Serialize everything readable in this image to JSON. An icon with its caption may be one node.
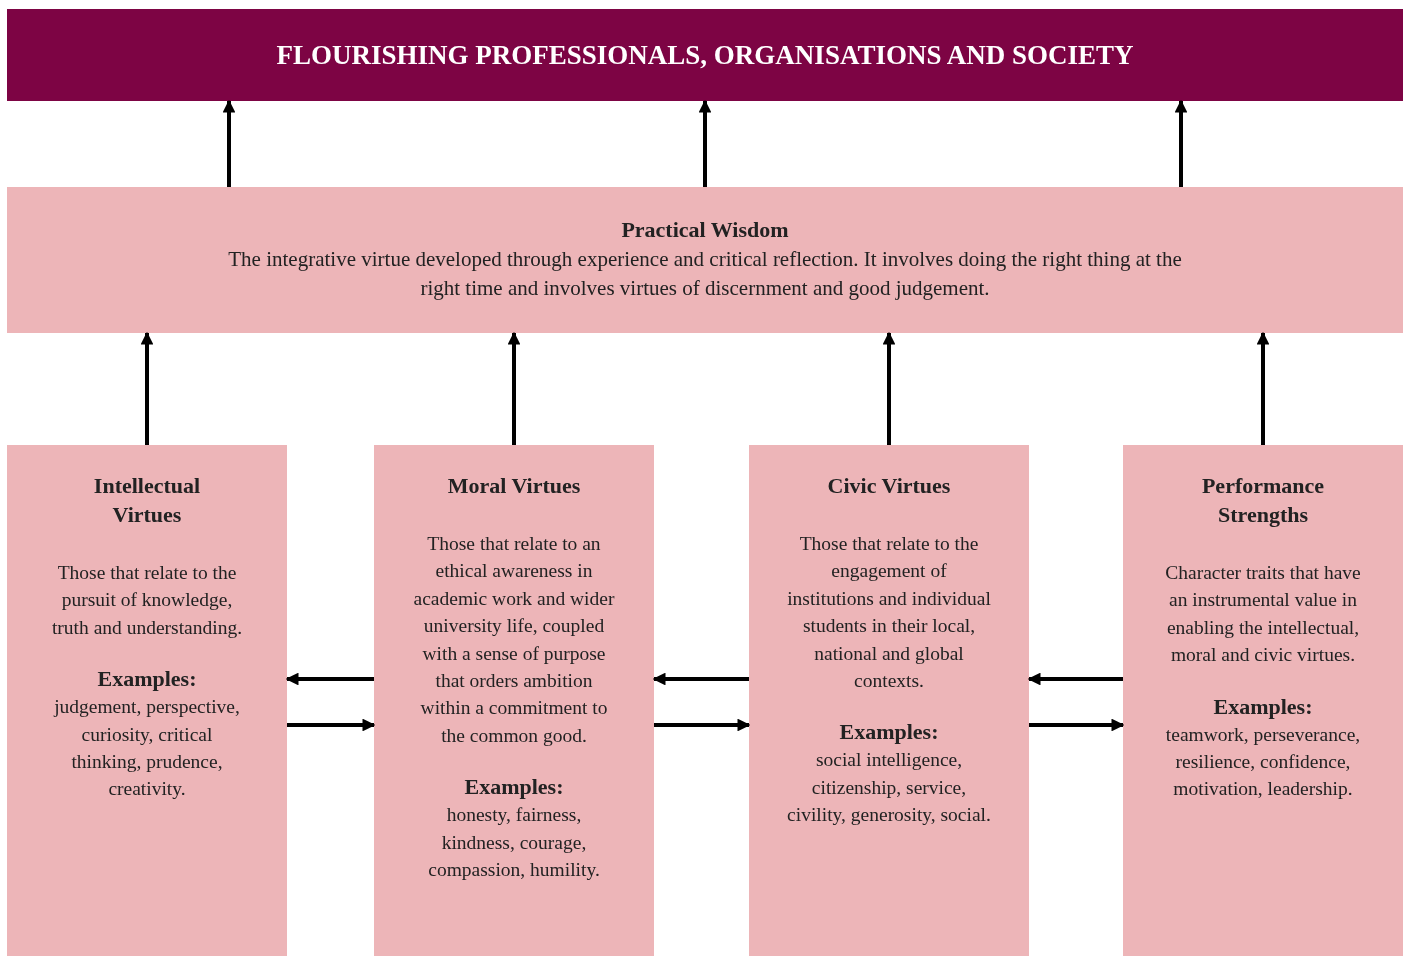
{
  "diagram": {
    "nodes": [
      {
        "text": [
          "FLOURISHING PROFESSIONALS, ORGANISATIONS AND SOCIETY"
        ]
      },
      {
        "text": [
          "Practical Wisdom",
          "The integrative virtue developed through experience and critical reflection. It involves doing the right thing at the right time and involves virtues of discernment and good judgement."
        ]
      },
      {
        "text": [
          "Intellectual Virtues",
          "Those that relate to the pursuit of knowledge, truth and understanding.",
          "Examples:",
          "judgement, perspective, curiosity, critical thinking, prudence, creativity."
        ]
      },
      {
        "text": [
          "Moral Virtues",
          "Those that relate to an ethical awareness in academic work and wider university life, coupled with a sense of purpose that orders ambition within a commitment to the common good.",
          "Examples:",
          "honesty, fairness, kindness, courage, compassion, humility."
        ]
      },
      {
        "text": [
          "Civic Virtues",
          "Those that relate to the engagement of institutions and individual students in their local, national and global contexts.",
          "Examples:",
          "social intelligence, citizenship, service, civility, generosity, social."
        ]
      },
      {
        "text": [
          "Performance Strengths",
          "Character traits that have an instrumental value in enabling the intellectual, moral and civic virtues.",
          "Examples:",
          "teamwork, perseverance, resilience, confidence, motivation, leadership."
        ]
      }
    ],
    "edges": [
      {
        "from": 1,
        "to": 0,
        "arrow": "to"
      },
      {
        "from": 1,
        "to": 0,
        "arrow": "to"
      },
      {
        "from": 1,
        "to": 0,
        "arrow": "to"
      },
      {
        "from": 2,
        "to": 1,
        "arrow": "to"
      },
      {
        "from": 3,
        "to": 1,
        "arrow": "to"
      },
      {
        "from": 4,
        "to": 1,
        "arrow": "to"
      },
      {
        "from": 5,
        "to": 1,
        "arrow": "to"
      },
      {
        "from": 3,
        "to": 2,
        "arrow": "to"
      },
      {
        "from": 2,
        "to": 3,
        "arrow": "to"
      },
      {
        "from": 4,
        "to": 3,
        "arrow": "to"
      },
      {
        "from": 3,
        "to": 4,
        "arrow": "to"
      },
      {
        "from": 5,
        "to": 4,
        "arrow": "to"
      },
      {
        "from": 4,
        "to": 5,
        "arrow": "to"
      }
    ]
  }
}
